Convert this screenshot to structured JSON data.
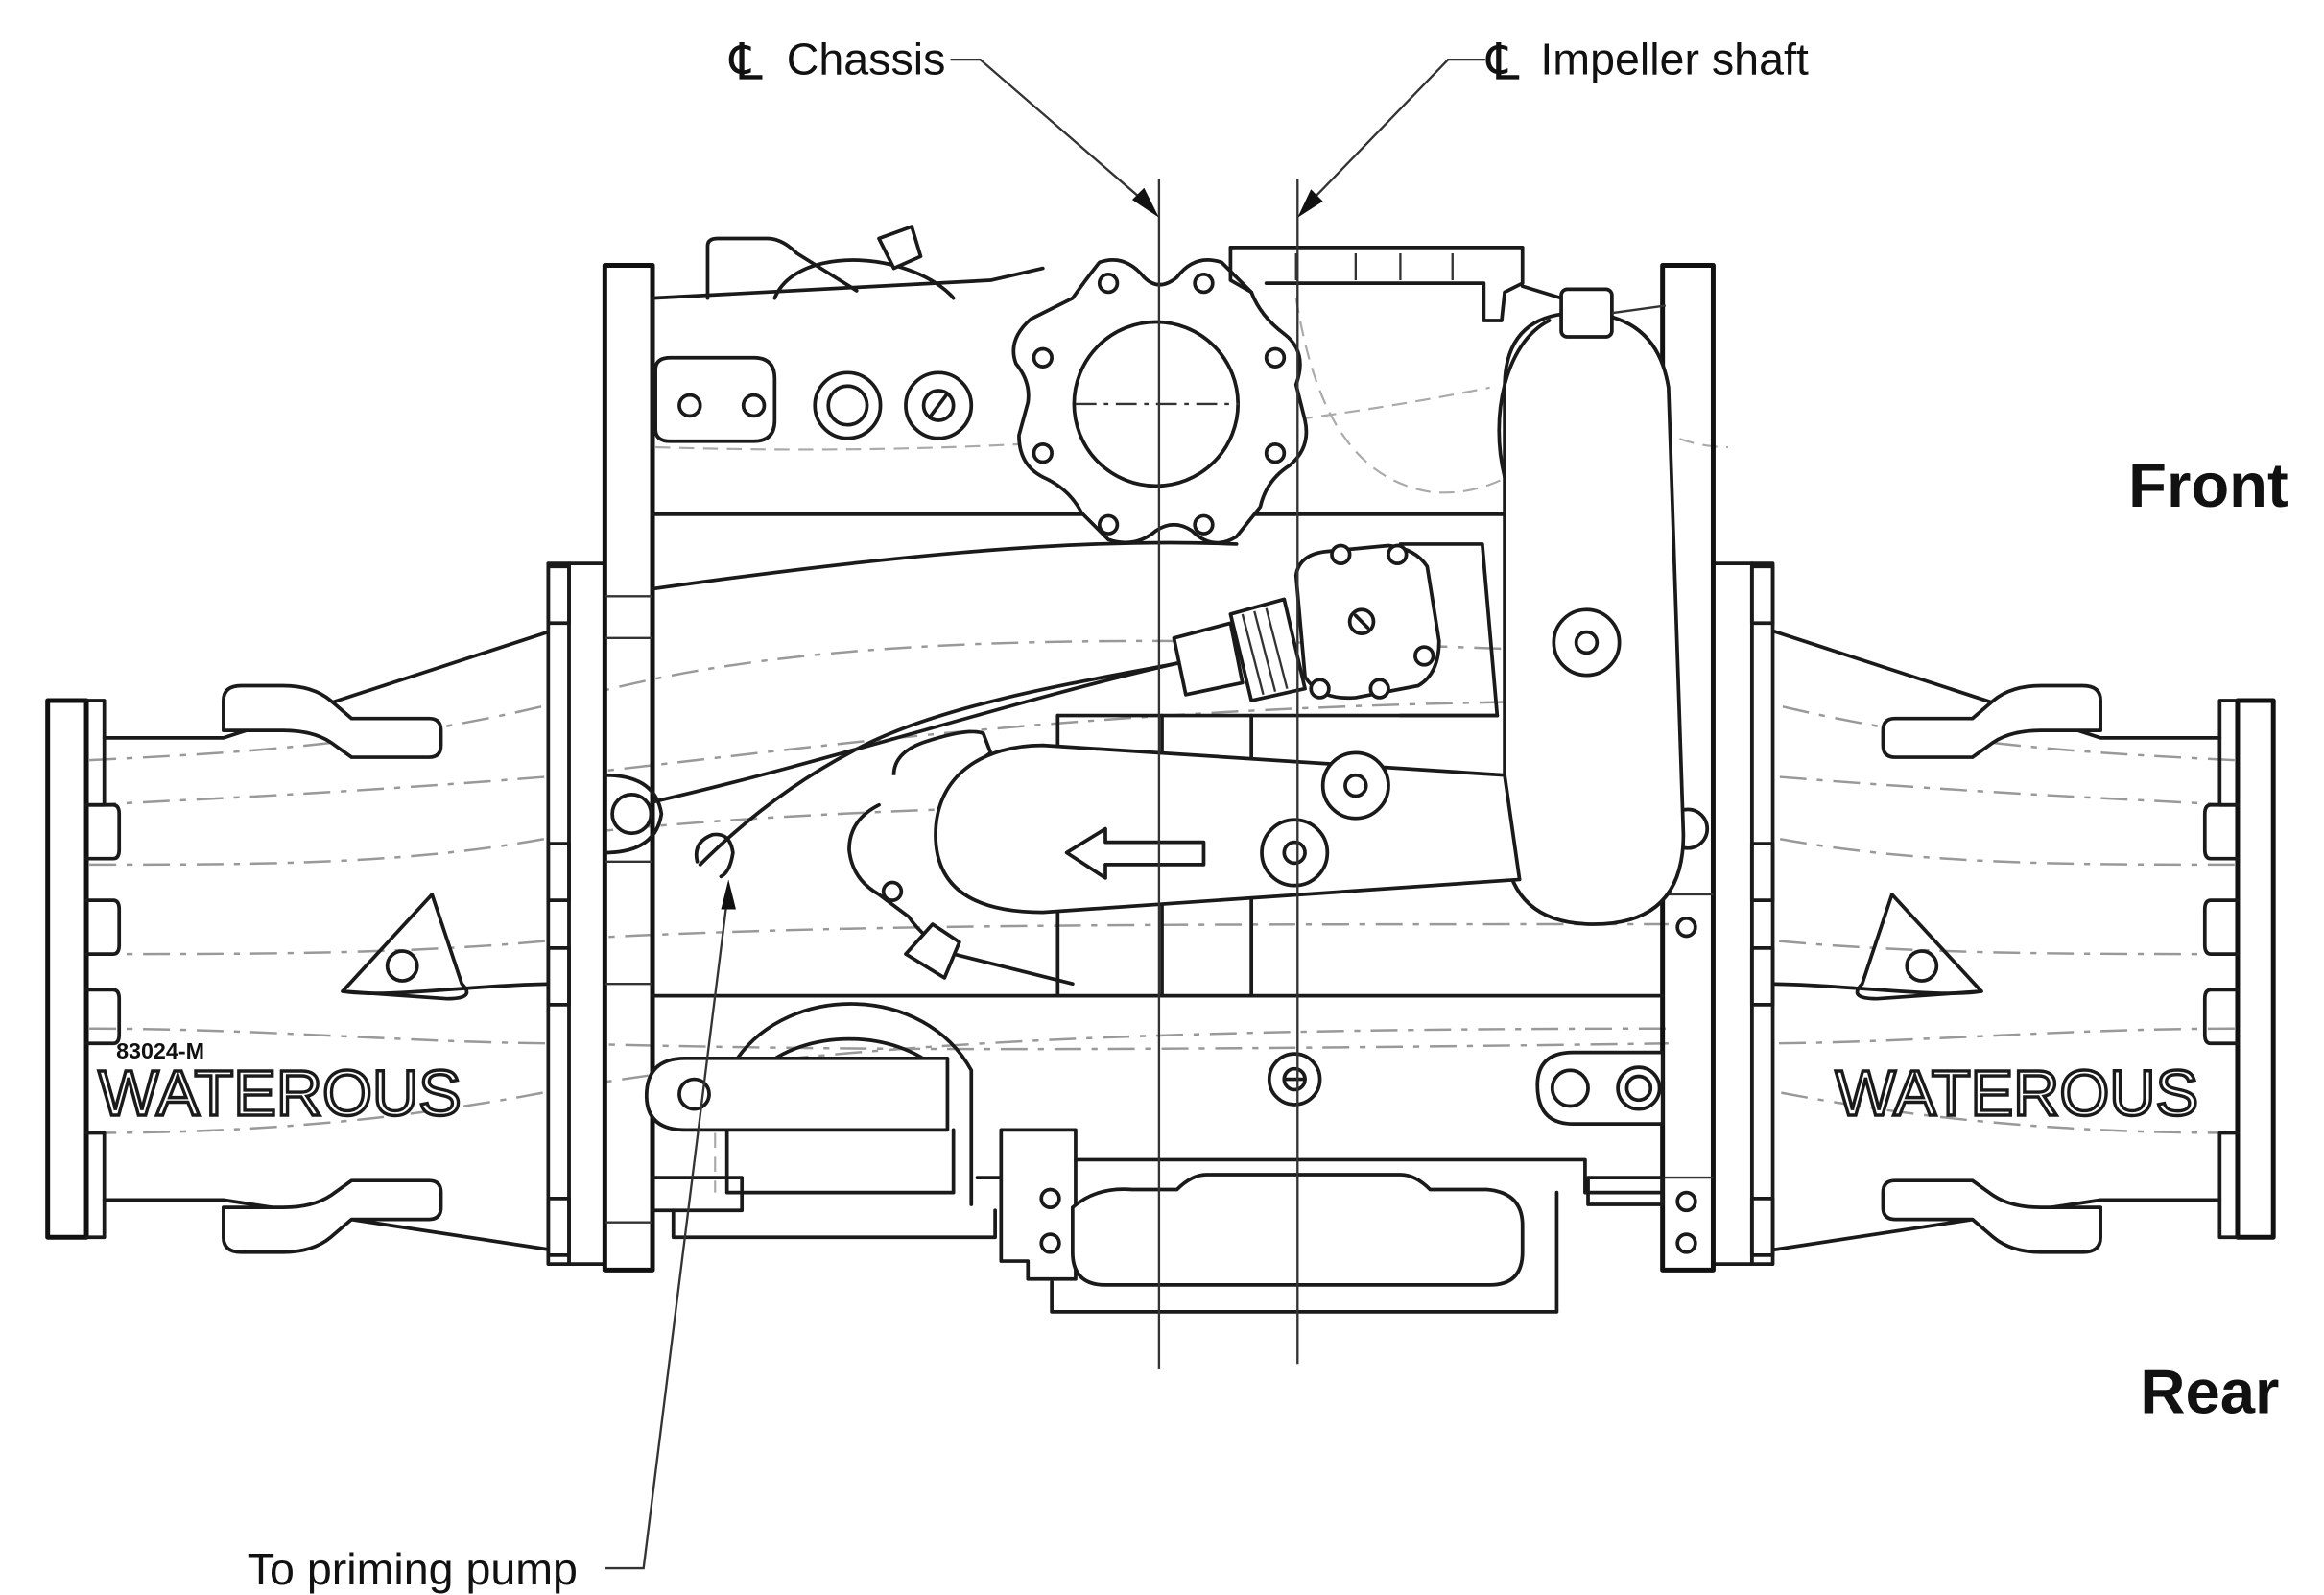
{
  "labels": {
    "chassis_centerline": "Chassis",
    "impeller_centerline": "Impeller shaft",
    "centerline_symbol": "℄",
    "front": "Front",
    "rear": "Rear",
    "priming": "To priming pump"
  },
  "stamps": {
    "part_number": "83024-M",
    "brand_left": "WATEROUS",
    "brand_right": "WATEROUS"
  },
  "icons": {
    "flow_direction": "left-arrow-icon",
    "centerline_marker": "centerline-symbol-icon"
  }
}
